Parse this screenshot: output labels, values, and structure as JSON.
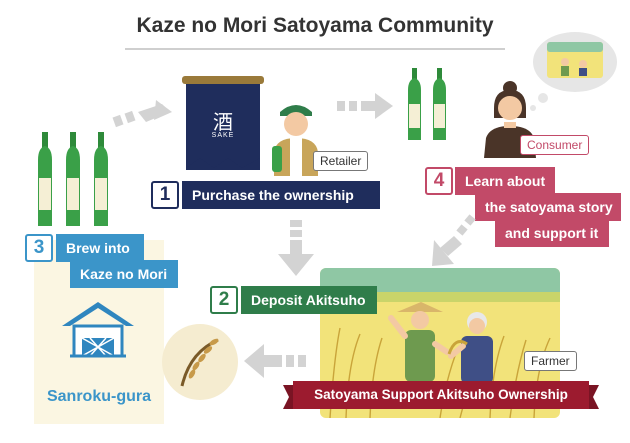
{
  "title": "Kaze no Mori Satoyama Community",
  "colors": {
    "navy": "#1f2d5c",
    "blue": "#3b95c9",
    "green": "#2f7d4a",
    "crimson": "#c24a68",
    "banner": "#9c1b2f",
    "arrow": "#d3d3d3"
  },
  "steps": [
    {
      "number": "1",
      "label": "Purchase the ownership"
    },
    {
      "number": "2",
      "label": "Deposit Akitsuho"
    },
    {
      "number": "3",
      "label_line1": "Brew into",
      "label_line2": "Kaze no Mori"
    },
    {
      "number": "4",
      "label_line1": "Learn about",
      "label_line2": "the satoyama story",
      "label_line3": "and support it"
    }
  ],
  "tags": {
    "retailer": "Retailer",
    "consumer": "Consumer",
    "farmer": "Farmer"
  },
  "sake_banner_kanji": "酒",
  "sake_banner_text": "SAKE",
  "brewery_label": "Sanroku-gura",
  "ownership_banner": "Satoyama Support Akitsuho Ownership",
  "icons": [
    "sake-bottles-icon",
    "noren-curtain-icon",
    "retailer-person-icon",
    "consumer-person-icon",
    "thought-bubble-icon",
    "brewery-icon",
    "rice-grain-icon",
    "rice-field-icon",
    "farmers-icon",
    "arrow-icon"
  ]
}
